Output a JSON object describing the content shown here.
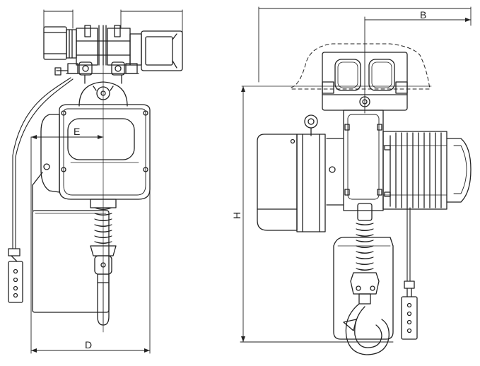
{
  "labels": {
    "dim_b": "B",
    "dim_d": "D",
    "dim_e": "E",
    "dim_h": "H"
  }
}
